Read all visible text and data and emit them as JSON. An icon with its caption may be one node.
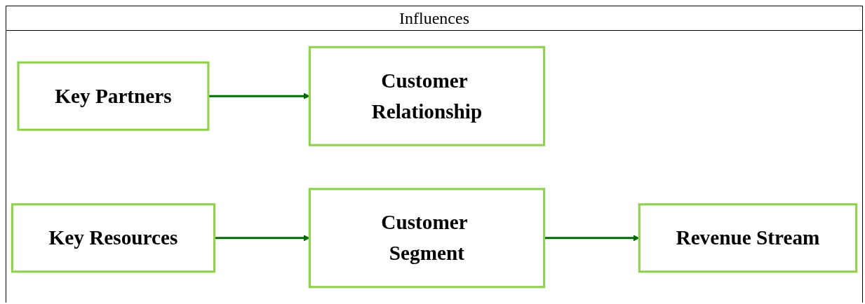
{
  "diagram": {
    "title": "Influences",
    "nodes": [
      {
        "text": [
          "Key Partners"
        ]
      },
      {
        "text": [
          "Customer Relationship"
        ]
      },
      {
        "text": [
          "Key Resources"
        ]
      },
      {
        "text": [
          "Customer Segment"
        ]
      },
      {
        "text": [
          "Revenue Stream"
        ]
      }
    ],
    "edges": [
      {
        "from": 0,
        "to": 1,
        "arrow": "to"
      },
      {
        "from": 2,
        "to": 3,
        "arrow": "to"
      },
      {
        "from": 3,
        "to": 4,
        "arrow": "to"
      }
    ]
  }
}
